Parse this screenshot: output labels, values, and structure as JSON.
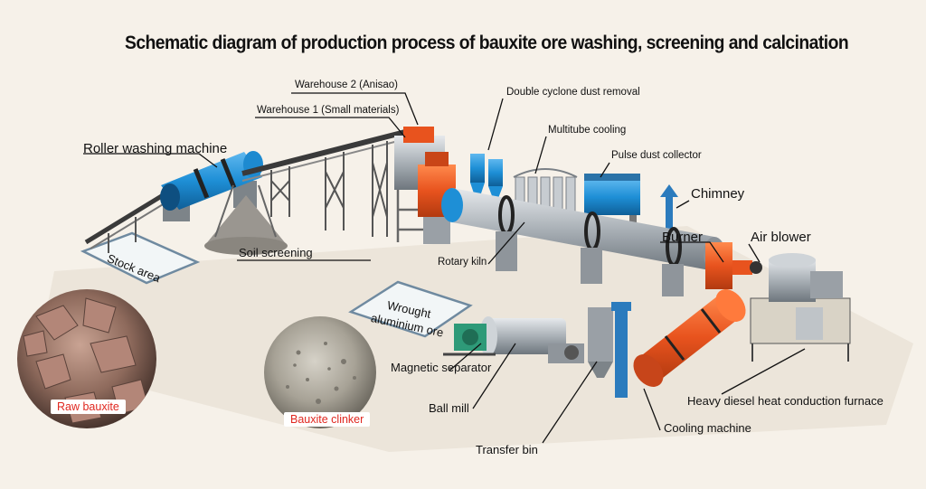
{
  "diagram": {
    "title": "Schematic diagram of production process of bauxite ore washing, screening and calcination",
    "labels": {
      "warehouse2": "Warehouse 2 (Anisao)",
      "warehouse1": "Warehouse 1 (Small materials)",
      "double_cyclone": "Double cyclone dust removal",
      "multitube_cooling": "Multitube cooling",
      "pulse_dust_collector": "Pulse dust collector",
      "roller_washing": "Roller washing machine",
      "chimney": "Chimney",
      "burner": "Burner",
      "air_blower": "Air blower",
      "stock_area": "Stock area",
      "soil_screening": "Soil screening",
      "rotary_kiln": "Rotary kiln",
      "wrought_line1": "Wrought",
      "wrought_line2": "aluminium ore",
      "magnetic_separator": "Magnetic separator",
      "ball_mill": "Ball mill",
      "heavy_diesel_furnace": "Heavy diesel heat conduction furnace",
      "cooling_machine": "Cooling machine",
      "transfer_bin": "Transfer bin"
    },
    "photos": {
      "raw_bauxite": "Raw bauxite",
      "bauxite_clinker": "Bauxite clinker"
    },
    "colors": {
      "background": "#f6f1e9",
      "kiln_blue": "#1e8fd6",
      "equipment_orange": "#e8531e",
      "steel_grey": "#9aa0a6",
      "caption_red": "#e0271f"
    }
  }
}
